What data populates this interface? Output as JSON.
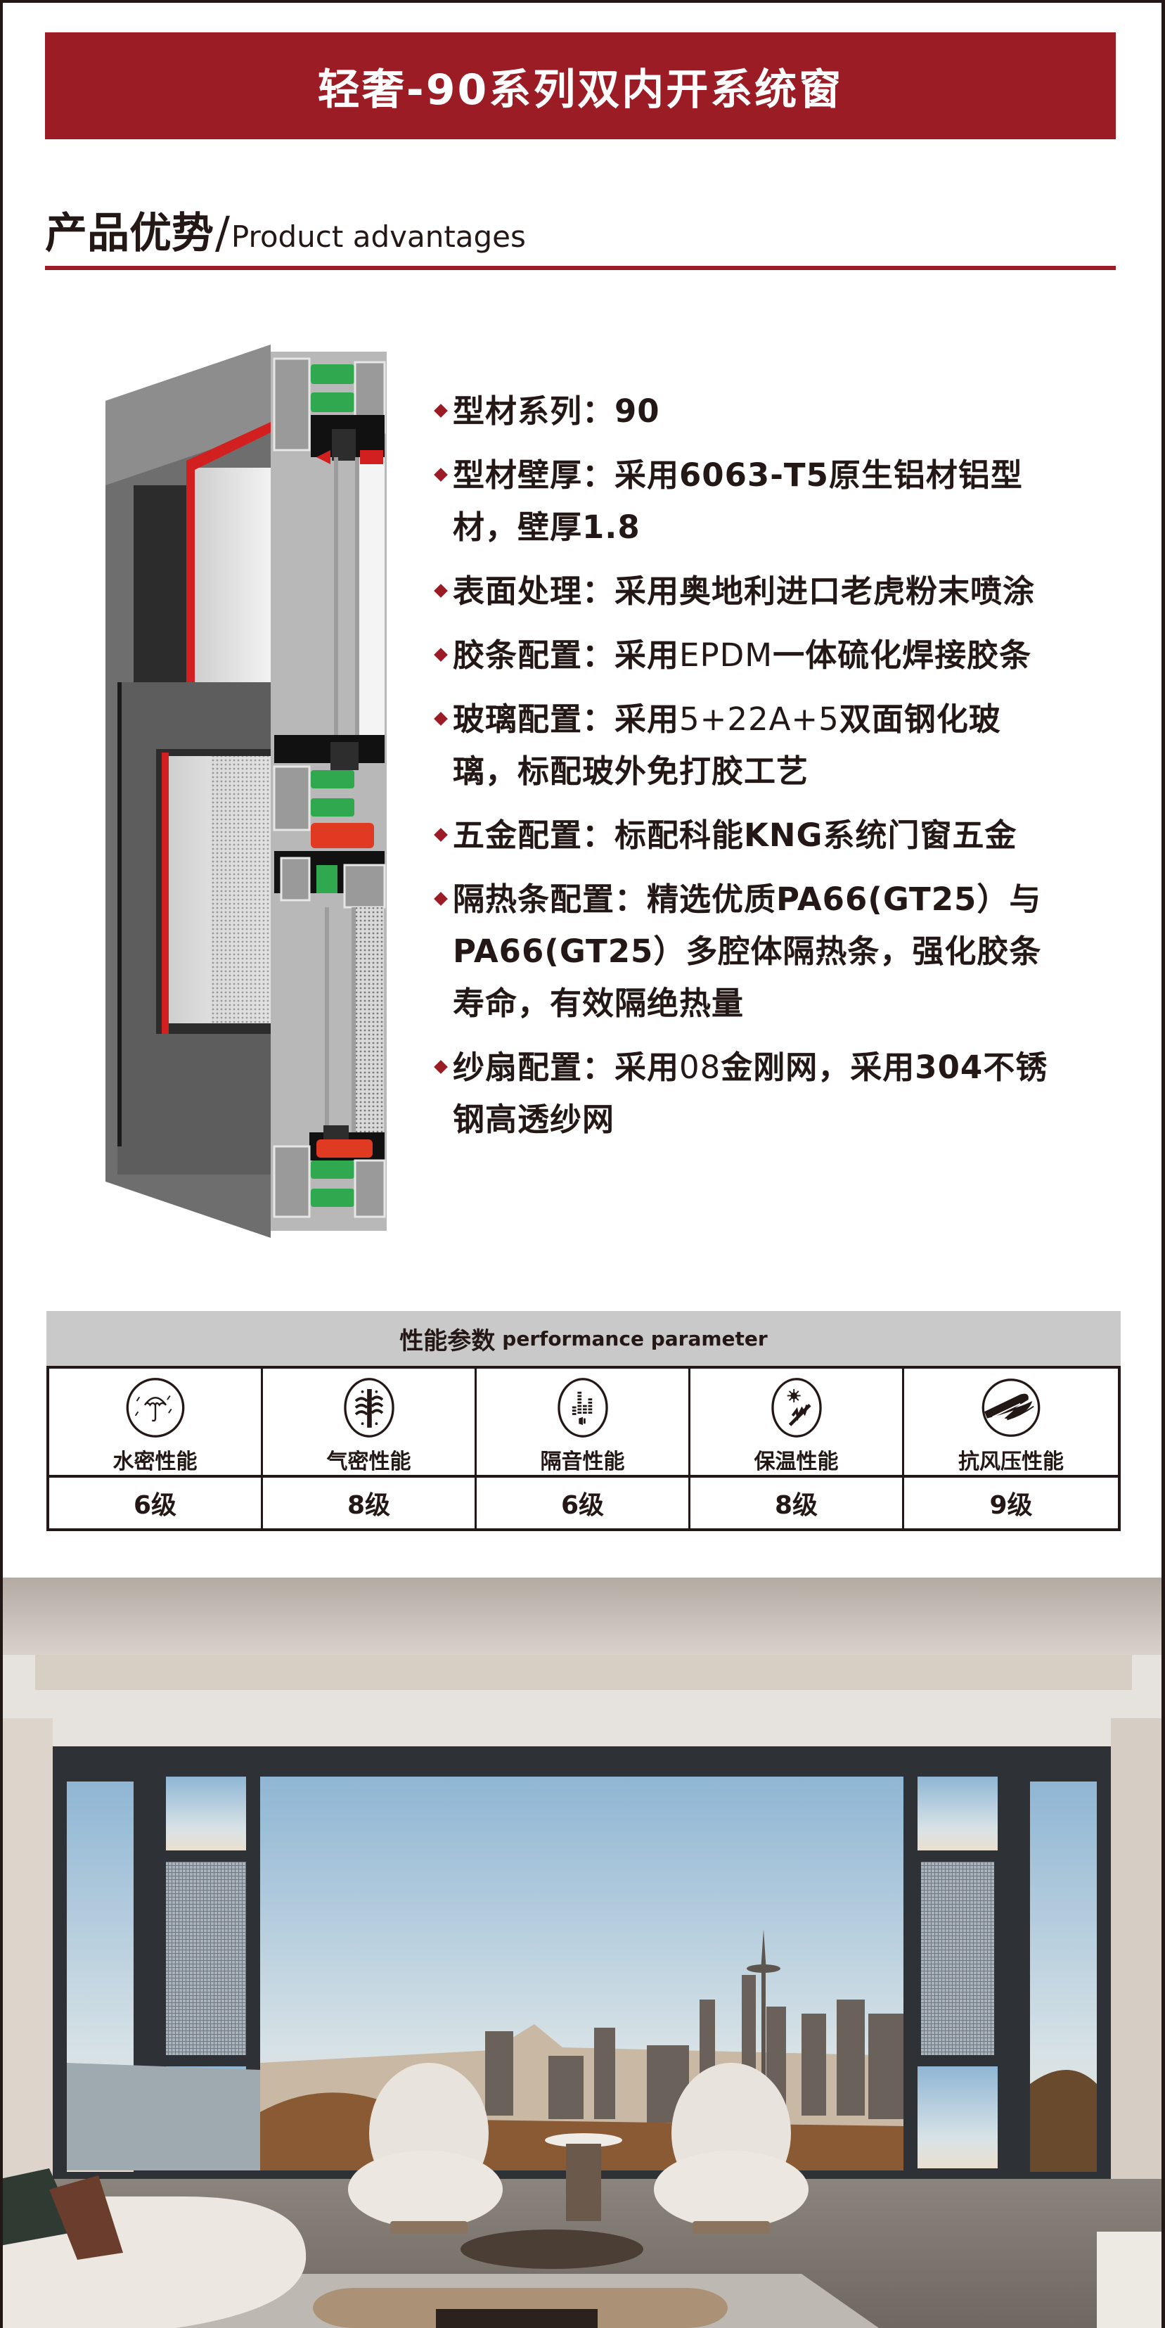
{
  "title": "轻奢-90系列双内开系统窗",
  "section": {
    "heading_cn": "产品优势",
    "slash": "/",
    "heading_en": "Product advantages"
  },
  "features": [
    {
      "label": "型材系列：",
      "lines": [
        "90"
      ]
    },
    {
      "label": "型材壁厚：",
      "lines": [
        "采用6063-T5原生铝材铝型",
        "材，壁厚1.8"
      ]
    },
    {
      "label": "表面处理：",
      "lines": [
        "采用奥地利进口老虎粉末喷涂"
      ]
    },
    {
      "label": "胶条配置：",
      "lines": [
        "采用EPDM一体硫化焊接胶条"
      ]
    },
    {
      "label": "玻璃配置：",
      "lines": [
        "采用5+22A+5双面钢化玻",
        "璃，标配玻外免打胶工艺"
      ]
    },
    {
      "label": "五金配置：",
      "lines": [
        "标配科能KNG系统门窗五金"
      ]
    },
    {
      "label": "隔热条配置：",
      "lines": [
        "精选优质PA66(GT25）与",
        "PA66(GT25）多腔体隔热条，强化胶条",
        "寿命，有效隔绝热量"
      ]
    },
    {
      "label": "纱扇配置：",
      "lines": [
        "采用08金刚网，采用304不锈",
        "钢高透纱网"
      ]
    }
  ],
  "feature_text": {
    "f0": "型材系列：90",
    "f1a": "型材壁厚：采用6063-T5原生铝材铝型",
    "f1b": "材，壁厚1.8",
    "f2": "表面处理：采用奥地利进口老虎粉末喷涂",
    "f3a": "胶条配置：采用",
    "f3b": "EPDM",
    "f3c": "一体硫化焊接胶条",
    "f4a": "玻璃配置：采用",
    "f4b": "5+22A+5",
    "f4c": "双面钢化玻",
    "f4d": "璃，标配玻外免打胶工艺",
    "f5": "五金配置：标配科能KNG系统门窗五金",
    "f6a": "隔热条配置：精选优质PA66(GT25）与",
    "f6b": "PA66(GT25）多腔体隔热条，强化胶条",
    "f6c": "寿命，有效隔绝热量",
    "f7a": "纱扇配置：采用",
    "f7b": "08",
    "f7c": "金刚网，采用304不锈",
    "f7d": "钢高透纱网"
  },
  "performance": {
    "heading_cn": "性能参数",
    "heading_en": "performance parameter",
    "items": [
      {
        "icon": "umbrella-rain-icon",
        "label": "水密性能",
        "value": "6级"
      },
      {
        "icon": "airflow-icon",
        "label": "气密性能",
        "value": "8级"
      },
      {
        "icon": "sound-bars-icon",
        "label": "隔音性能",
        "value": "6级"
      },
      {
        "icon": "sun-thermal-icon",
        "label": "保温性能",
        "value": "8级"
      },
      {
        "icon": "wind-pressure-icon",
        "label": "抗风压性能",
        "value": "9级"
      }
    ]
  },
  "colors": {
    "brand_red": "#9b1c24",
    "header_gray": "#c8c9c8",
    "text_dark": "#231815"
  }
}
